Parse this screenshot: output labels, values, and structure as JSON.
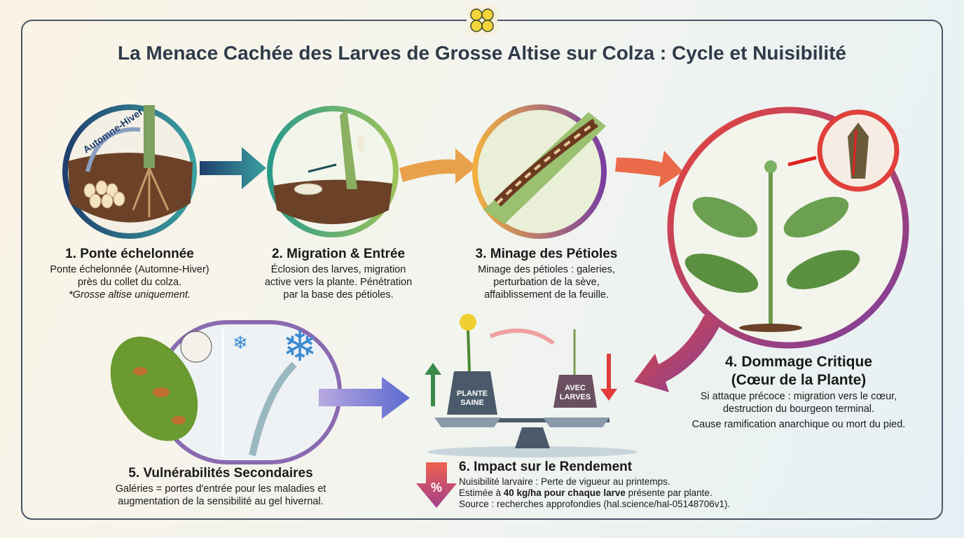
{
  "title": "La Menace Cachée des Larves de Grosse Altise sur Colza : Cycle et Nuisibilité",
  "steps": [
    {
      "title": "1. Ponte échelonnée",
      "lines": [
        "Ponte échelonnée (Automne-Hiver)",
        "près du collet du colza."
      ],
      "note": "*Grosse altise uniquement.",
      "badge": "Automne-Hiver"
    },
    {
      "title": "2. Migration & Entrée",
      "lines": [
        "Éclosion des larves, migration",
        "active vers la plante. Pénétration",
        "par la base des pétioles."
      ]
    },
    {
      "title": "3. Minage des Pétioles",
      "lines": [
        "Minage des pétioles : galeries,",
        "perturbation de la sève,",
        "affaiblissement de la feuille."
      ]
    },
    {
      "title_lines": [
        "4. Dommage Critique",
        "(Cœur de la Plante)"
      ],
      "lines": [
        "Si attaque précoce : migration vers le cœur,",
        "destruction du bourgeon terminal."
      ],
      "extra": "Cause ramification anarchique ou mort du pied."
    },
    {
      "title": "5. Vulnérabilités Secondaires",
      "lines": [
        "Galéries = portes d'entrée pour les maladies et",
        "augmentation de la sensibilité au gel hivernal."
      ]
    },
    {
      "title": "6. Impact sur le Rendement",
      "line1": "Nuisibilité larvaire : Perte de vigueur au printemps.",
      "line2_pre": "Estimée à ",
      "line2_bold": "40 kg/ha pour chaque larve",
      "line2_post": " présente par plante.",
      "line3": "Source : recherches approfondies (hal.science/hal-05148706v1).",
      "icon_symbol": "%"
    }
  ],
  "scale": {
    "left_label": [
      "PLANTE",
      "SAINE"
    ],
    "right_label": [
      "AVEC",
      "LARVES"
    ]
  },
  "colors": {
    "title": "#2f3b4a",
    "step1": "#2e5d8a",
    "step2": "#3aa08a",
    "step3": "#e29a3a",
    "step4": "#e0483a",
    "accent_purple": "#7b4aa0"
  }
}
